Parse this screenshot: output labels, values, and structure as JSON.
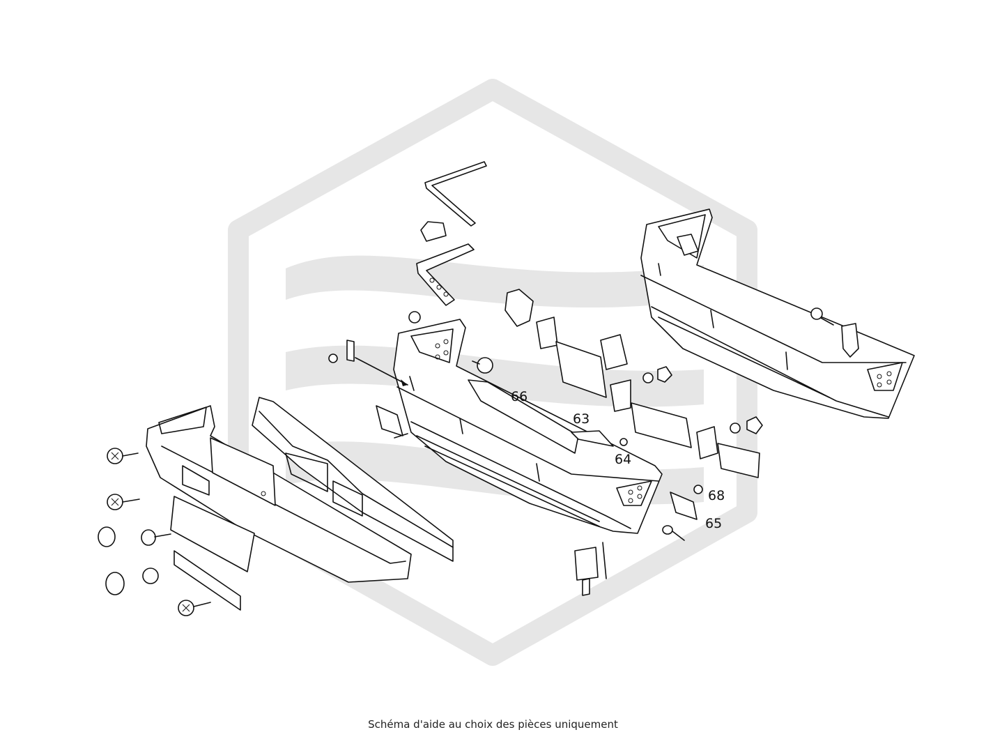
{
  "watermark": {
    "color": "#e6e6e6"
  },
  "callouts": {
    "c66": "66",
    "c63": "63",
    "c64": "64",
    "c68": "68",
    "c65": "65"
  },
  "footer": {
    "caption": "Schéma d'aide au choix des pièces uniquement"
  }
}
